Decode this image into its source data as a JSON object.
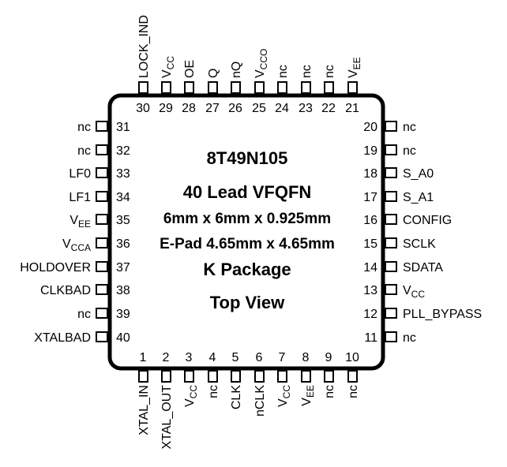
{
  "package": {
    "part_number": "8T49N105",
    "lead_count": "40 Lead VFQFN",
    "body_size": "6mm x 6mm x 0.925mm",
    "epad_size": "E-Pad 4.65mm x 4.65mm",
    "package_code": "K Package",
    "view": "Top View"
  },
  "pins": {
    "bottom": [
      {
        "num": "1",
        "name": "XTAL_IN"
      },
      {
        "num": "2",
        "name": "XTAL_OUT"
      },
      {
        "num": "3",
        "name": "V",
        "sub": "CC"
      },
      {
        "num": "4",
        "name": "nc"
      },
      {
        "num": "5",
        "name": "CLK"
      },
      {
        "num": "6",
        "name": "nCLK"
      },
      {
        "num": "7",
        "name": "V",
        "sub": "CC"
      },
      {
        "num": "8",
        "name": "V",
        "sub": "EE"
      },
      {
        "num": "9",
        "name": "nc"
      },
      {
        "num": "10",
        "name": "nc"
      }
    ],
    "right": [
      {
        "num": "11",
        "name": "nc"
      },
      {
        "num": "12",
        "name": "PLL_BYPASS"
      },
      {
        "num": "13",
        "name": "V",
        "sub": "CC"
      },
      {
        "num": "14",
        "name": "SDATA"
      },
      {
        "num": "15",
        "name": "SCLK"
      },
      {
        "num": "16",
        "name": "CONFIG"
      },
      {
        "num": "17",
        "name": "S_A1"
      },
      {
        "num": "18",
        "name": "S_A0"
      },
      {
        "num": "19",
        "name": "nc"
      },
      {
        "num": "20",
        "name": "nc"
      }
    ],
    "top": [
      {
        "num": "21",
        "name": "V",
        "sub": "EE"
      },
      {
        "num": "22",
        "name": "nc"
      },
      {
        "num": "23",
        "name": "nc"
      },
      {
        "num": "24",
        "name": "nc"
      },
      {
        "num": "25",
        "name": "V",
        "sub": "CCO"
      },
      {
        "num": "26",
        "name": "nQ"
      },
      {
        "num": "27",
        "name": "Q"
      },
      {
        "num": "28",
        "name": "OE"
      },
      {
        "num": "29",
        "name": "V",
        "sub": "CC"
      },
      {
        "num": "30",
        "name": "LOCK_IND"
      }
    ],
    "left": [
      {
        "num": "31",
        "name": "nc"
      },
      {
        "num": "32",
        "name": "nc"
      },
      {
        "num": "33",
        "name": "LF0"
      },
      {
        "num": "34",
        "name": "LF1"
      },
      {
        "num": "35",
        "name": "V",
        "sub": "EE"
      },
      {
        "num": "36",
        "name": "V",
        "sub": "CCA"
      },
      {
        "num": "37",
        "name": "HOLDOVER"
      },
      {
        "num": "38",
        "name": "CLKBAD"
      },
      {
        "num": "39",
        "name": "nc"
      },
      {
        "num": "40",
        "name": "XTALBAD"
      }
    ]
  }
}
